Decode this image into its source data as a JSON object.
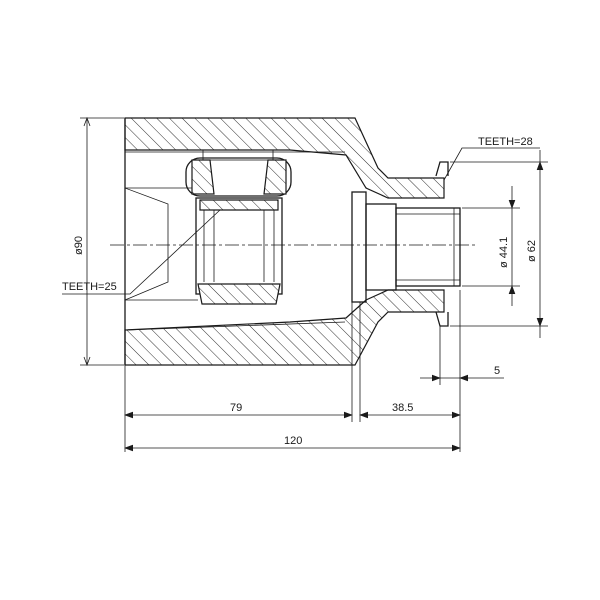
{
  "drawing": {
    "labels": {
      "teeth_outer": "TEETH=28",
      "teeth_inner": "TEETH=25"
    },
    "dimensions": {
      "diameter_housing": "ø90",
      "diameter_shaft": "ø 44.1",
      "diameter_flange": "ø 62",
      "length_body": "79",
      "length_stub": "38.5",
      "length_total": "120",
      "width_groove": "5"
    }
  }
}
